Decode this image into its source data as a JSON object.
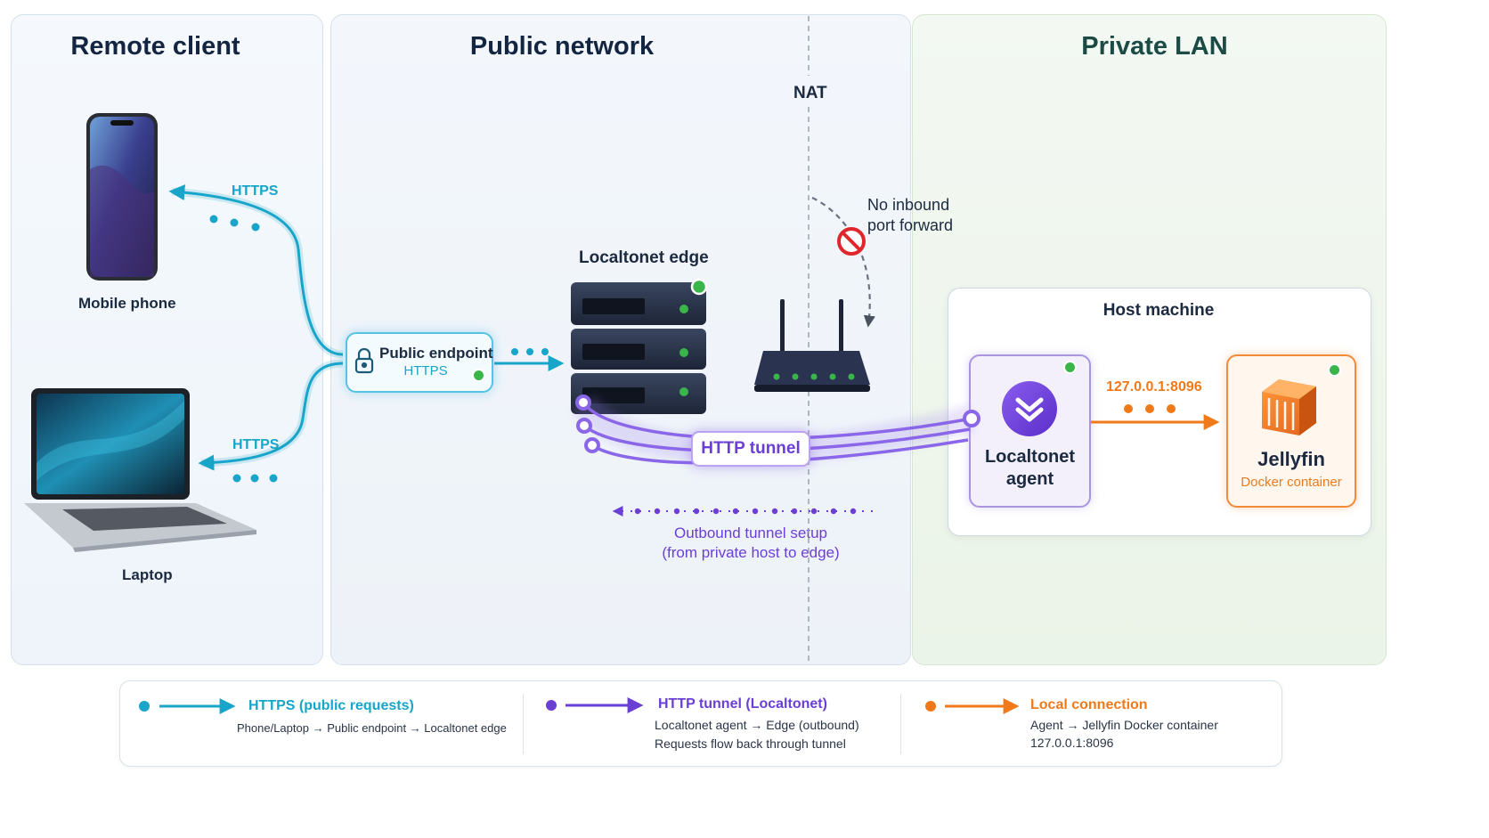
{
  "zones": {
    "remote_client": "Remote client",
    "public_network": "Public network",
    "private_lan": "Private LAN"
  },
  "devices": {
    "mobile_phone": "Mobile phone",
    "laptop": "Laptop"
  },
  "links": {
    "https_top": "HTTPS",
    "https_bottom": "HTTPS",
    "nat": "NAT",
    "no_inbound_line1": "No inbound",
    "no_inbound_line2": "port forward",
    "tunnel_label": "HTTP tunnel",
    "outbound_line1": "Outbound tunnel setup",
    "outbound_line2": "(from private host to edge)",
    "local_address": "127.0.0.1:8096"
  },
  "nodes": {
    "endpoint_title": "Public endpoint",
    "endpoint_protocol": "HTTPS",
    "edge_title": "Localtonet edge",
    "host_title": "Host machine",
    "agent_line1": "Localtonet",
    "agent_line2": "agent",
    "jellyfin_title": "Jellyfin",
    "jellyfin_subtitle": "Docker container"
  },
  "legend": {
    "https": {
      "title": "HTTPS (public requests)",
      "desc": "Phone/Laptop → Public endpoint → Localtonet edge",
      "color": "#18a5c9"
    },
    "tunnel": {
      "title": "HTTP tunnel (Localtonet)",
      "desc_line1": "Localtonet agent → Edge (outbound)",
      "desc_line2": "Requests flow back through tunnel",
      "color": "#6b3fd6"
    },
    "local": {
      "title": "Local connection",
      "desc_line1": "Agent → Jellyfin Docker container",
      "desc_line2": "127.0.0.1:8096",
      "color": "#f07a1a"
    }
  },
  "colors": {
    "https": "#18a5c9",
    "tunnel": "#7a55e0",
    "local": "#f07a1a",
    "online": "#3ab54a",
    "blocked": "#e0252b"
  },
  "icons": [
    "smartphone-icon",
    "laptop-icon",
    "lock-icon",
    "server-rack-icon",
    "router-icon",
    "no-entry-icon",
    "localtonet-logo-icon",
    "docker-container-icon"
  ]
}
